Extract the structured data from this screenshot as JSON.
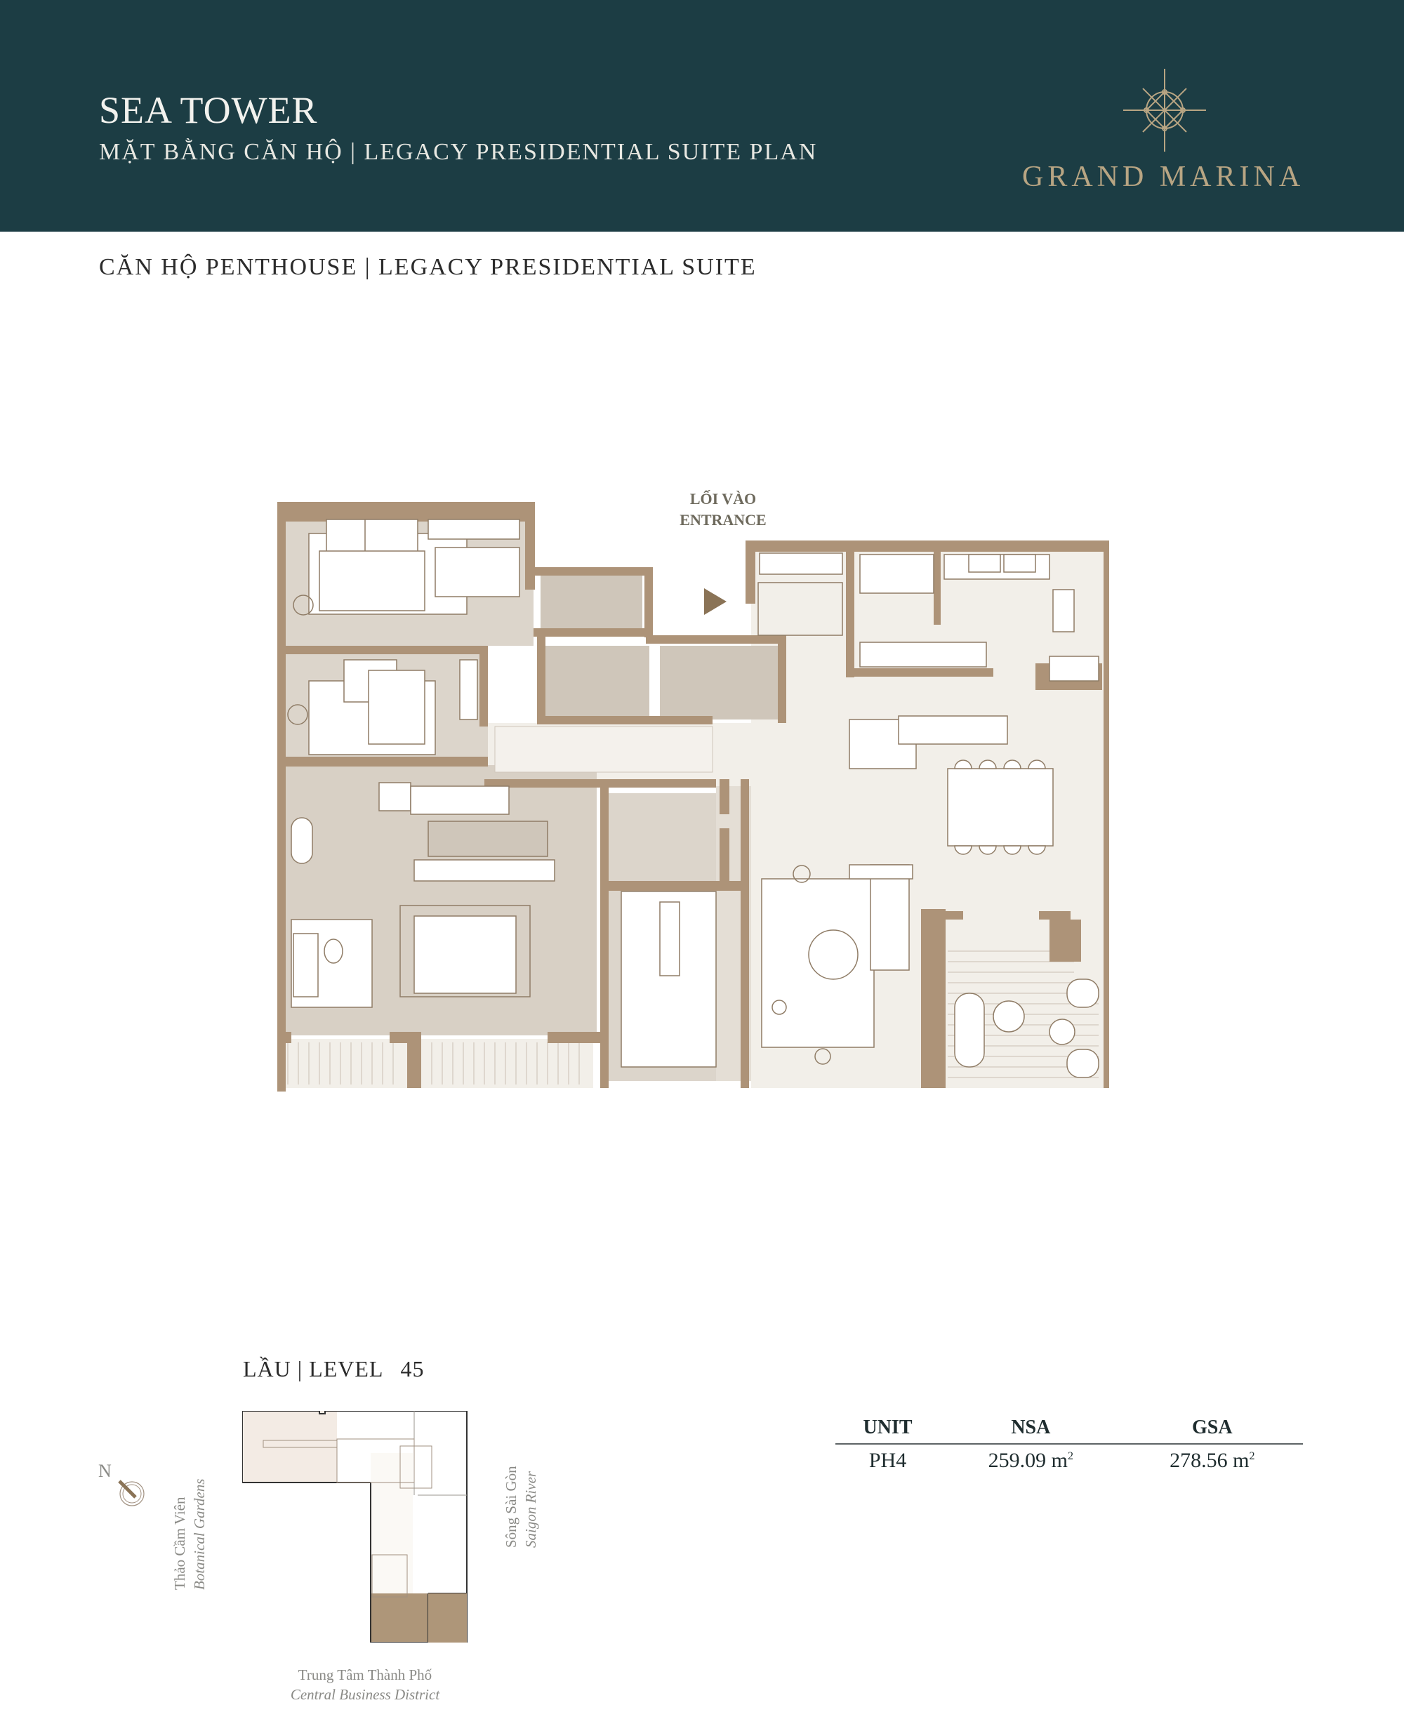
{
  "header": {
    "title": "SEA TOWER",
    "subtitle": "MẶT BẰNG CĂN HỘ | LEGACY PRESIDENTIAL SUITE PLAN",
    "brand": "GRAND MARINA",
    "brand_icon": "compass-star-icon",
    "bg_color": "#1c3d44",
    "brand_color": "#b8a583"
  },
  "section_title": "CĂN HỘ PENTHOUSE | LEGACY PRESIDENTIAL SUITE",
  "floor_plan": {
    "entrance_vi": "LỐI VÀO",
    "entrance_en": "ENTRANCE",
    "wall_color": "#ad9378",
    "floor_light": "#f2efe9",
    "floor_dark": "#d8d0c5"
  },
  "level": {
    "label": "LẦU | LEVEL",
    "number": "45"
  },
  "key_plan": {
    "north_label": "N",
    "west_vi": "Thảo Cầm Viên",
    "west_en": "Botanical Gardens",
    "east_vi": "Sông Sài Gòn",
    "east_en": "Saigon River",
    "south_vi": "Trung Tâm Thành Phố",
    "south_en": "Central Business District",
    "highlight_color": "#ae9679"
  },
  "unit_table": {
    "headers": [
      "UNIT",
      "NSA",
      "GSA"
    ],
    "rows": [
      {
        "unit": "PH4",
        "nsa": "259.09 m",
        "gsa": "278.56 m",
        "unit_sup": "2"
      }
    ]
  }
}
